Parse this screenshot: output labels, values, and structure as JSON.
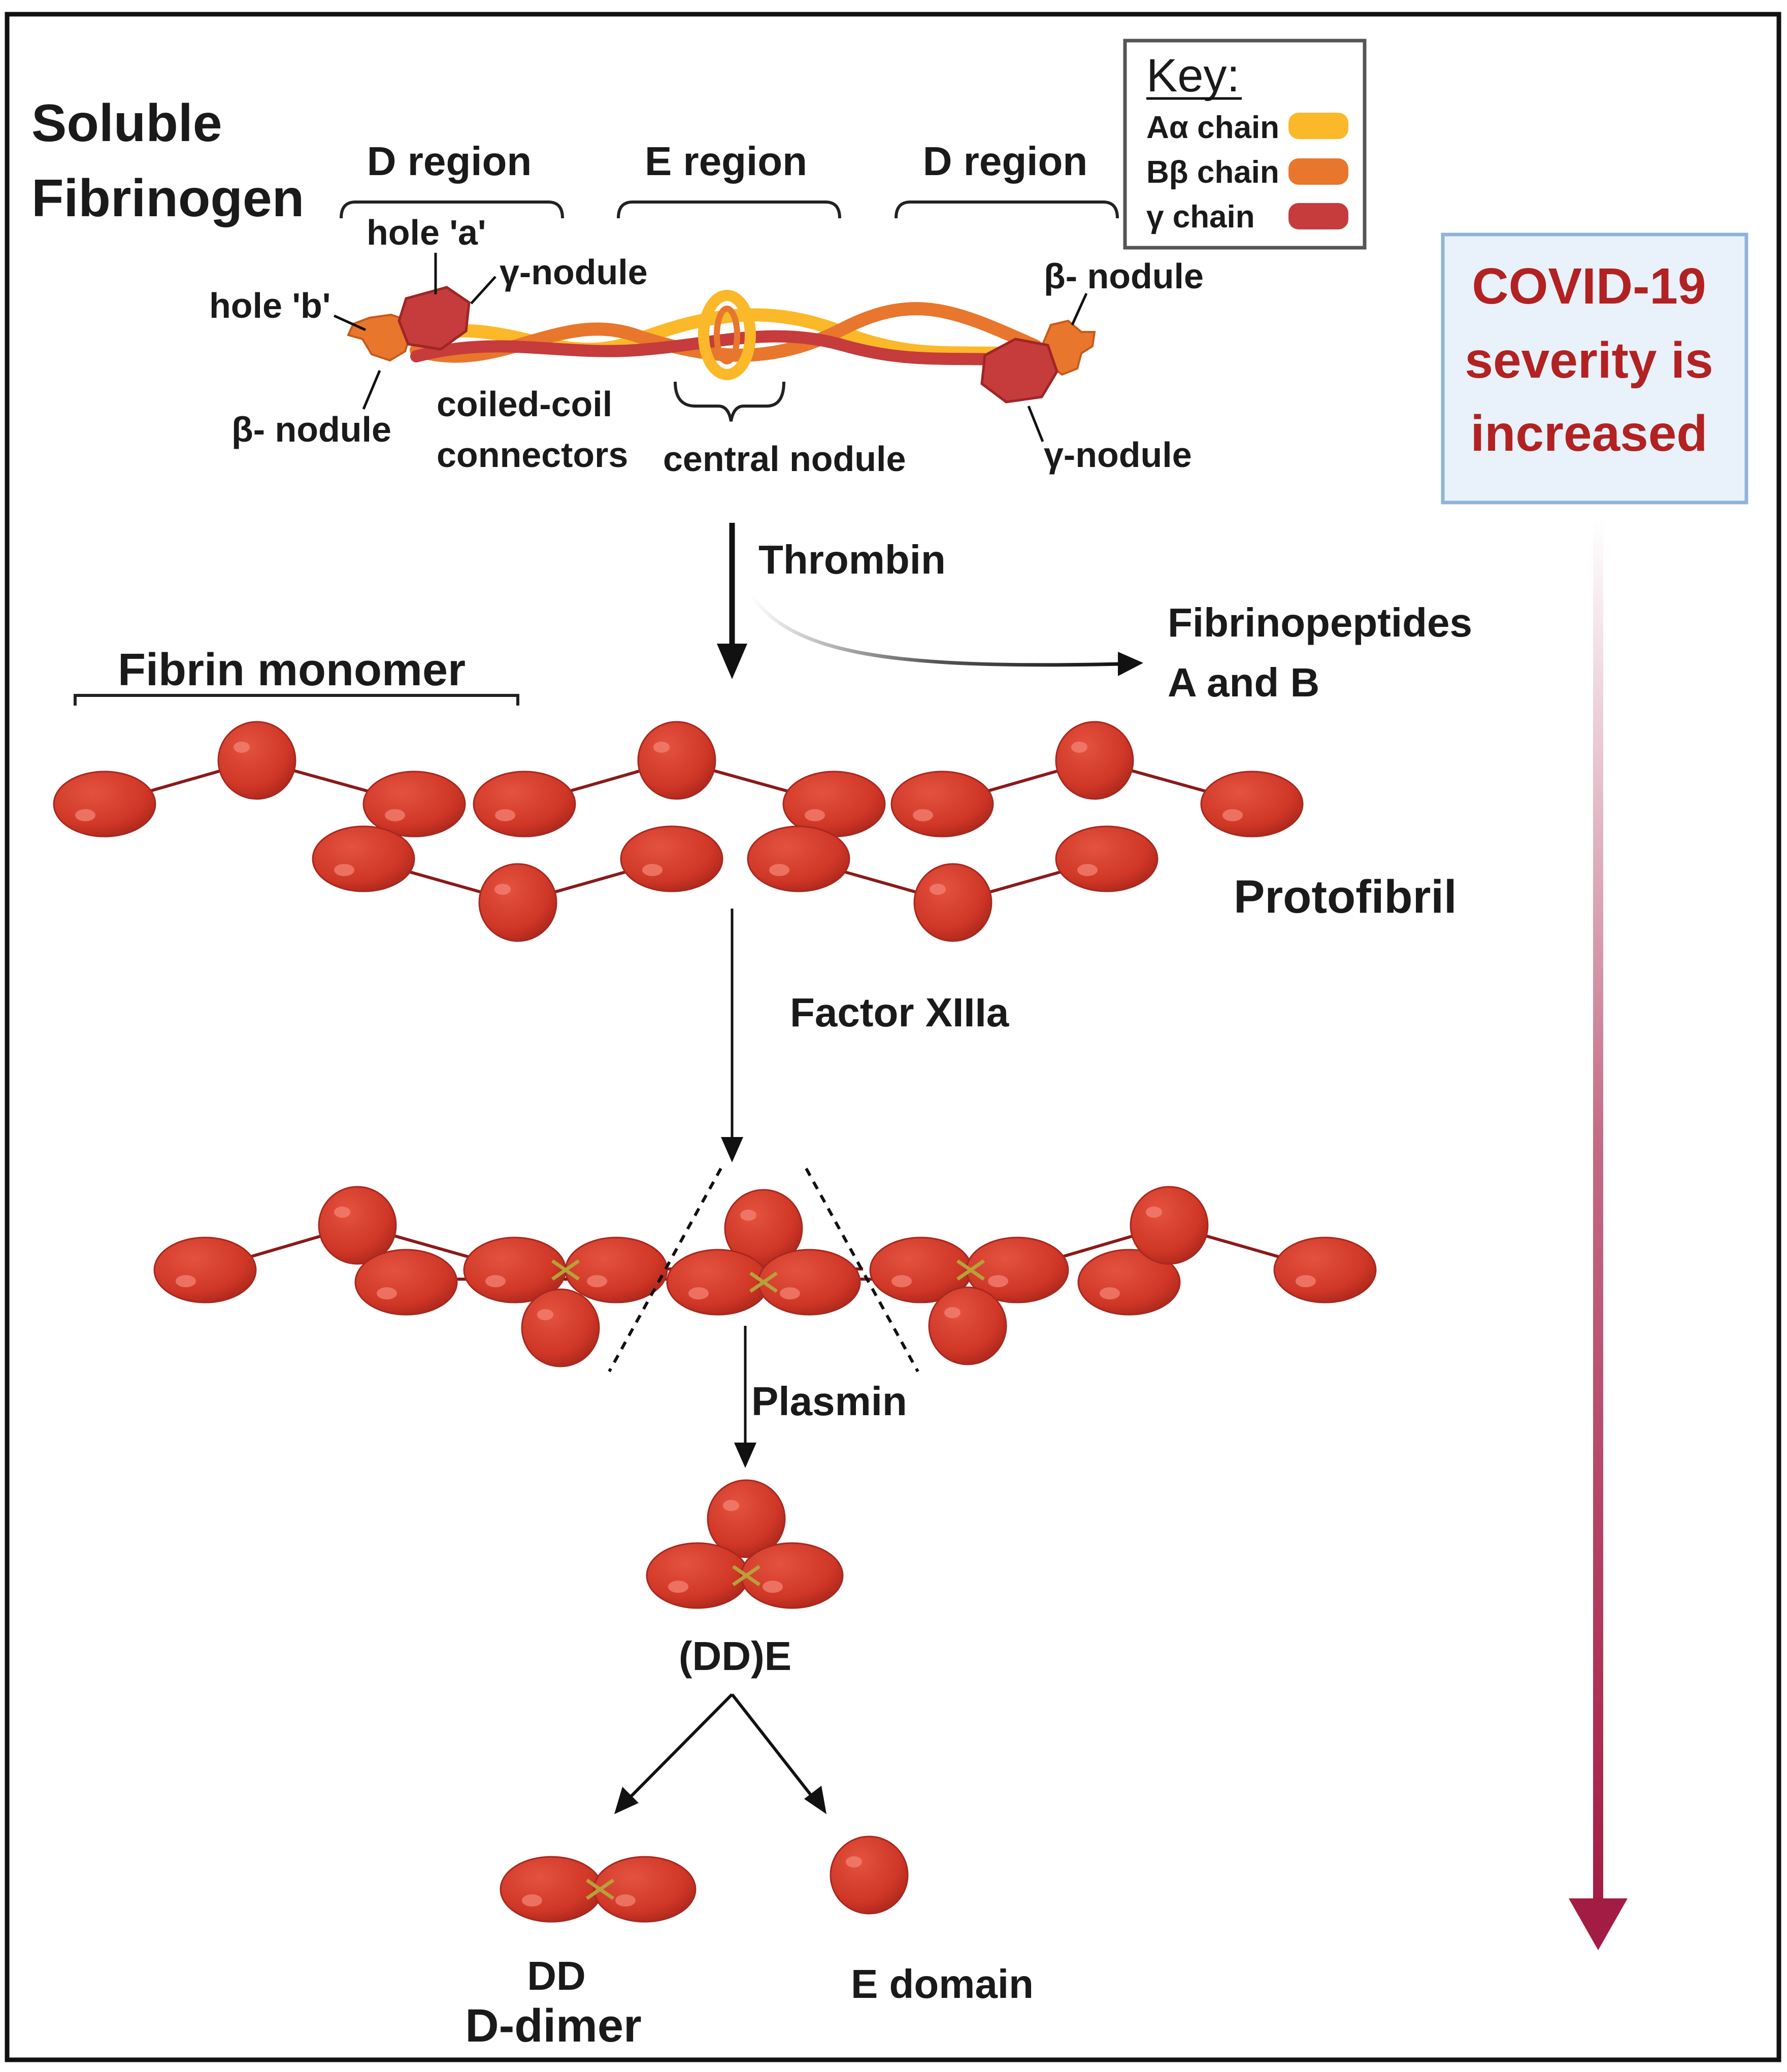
{
  "title_lines": [
    "Soluble",
    "Fibrinogen"
  ],
  "regions": [
    "D region",
    "E region",
    "D region"
  ],
  "fibrinogen_labels": {
    "hole_a": "hole 'a'",
    "hole_b": "hole 'b'",
    "gamma_nodule_left": "γ-nodule",
    "gamma_nodule_right": "γ-nodule",
    "beta_nodule_left": "β- nodule",
    "beta_nodule_right": "β- nodule",
    "coiled_coil_1": "coiled-coil",
    "coiled_coil_2": "connectors",
    "central_nodule": "central nodule"
  },
  "key": {
    "heading": "Key:",
    "items": [
      {
        "label": "Aα chain",
        "color": "#fbb829"
      },
      {
        "label": "Bβ chain",
        "color": "#e8762c"
      },
      {
        "label": "γ chain",
        "color": "#c63b3b"
      }
    ]
  },
  "covid_lines": [
    "COVID-19",
    "severity is",
    "increased"
  ],
  "steps": {
    "thrombin": "Thrombin",
    "fibrinopeptides_1": "Fibrinopeptides",
    "fibrinopeptides_2": "A and B",
    "fibrin_monomer": "Fibrin monomer",
    "protofibril": "Protofibril",
    "factor": "Factor XIIIa",
    "plasmin": "Plasmin",
    "dde": "(DD)E",
    "dd": "DD",
    "d_dimer": "D-dimer",
    "e_domain": "E domain"
  },
  "colors": {
    "nodule": "#d33a2c",
    "nodule_dark": "#a82820",
    "linker": "#8a1a1a",
    "covid_text": "#b22222",
    "covid_box_fill": "#e9f1fa",
    "covid_box_border": "#8fb4d9",
    "covid_arrow": "#a31c44",
    "crosslink": "#b8a03a"
  }
}
